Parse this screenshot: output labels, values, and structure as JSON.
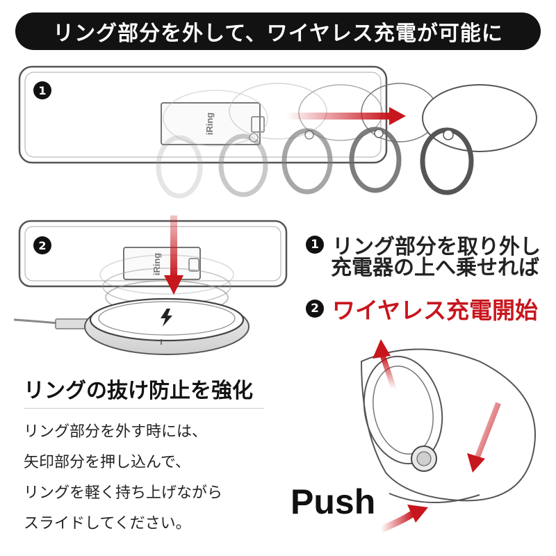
{
  "banner": {
    "title": "リング部分を外して、ワイヤレス充電が可能に"
  },
  "steps": [
    {
      "number": "1",
      "line1": "リング部分を取り外し",
      "line2": "充電器の上へ乗せれば"
    },
    {
      "number": "2",
      "line1": "ワイヤレス充電開始"
    }
  ],
  "illustration": {
    "brand_label": "iRing",
    "step1_badge": "1",
    "step2_badge": "2"
  },
  "section": {
    "heading": "リングの抜け防止を強化",
    "lines": [
      "リング部分を外す時には、",
      "矢印部分を押し込んで、",
      "リングを軽く持ち上げながら",
      "スライドしてください。"
    ]
  },
  "push_label": "Push",
  "colors": {
    "accent_red": "#c8161d",
    "banner_bg": "#121212"
  },
  "icons": {
    "charging": "lightning-bolt-icon",
    "arrows": "red-arrow-icon"
  }
}
